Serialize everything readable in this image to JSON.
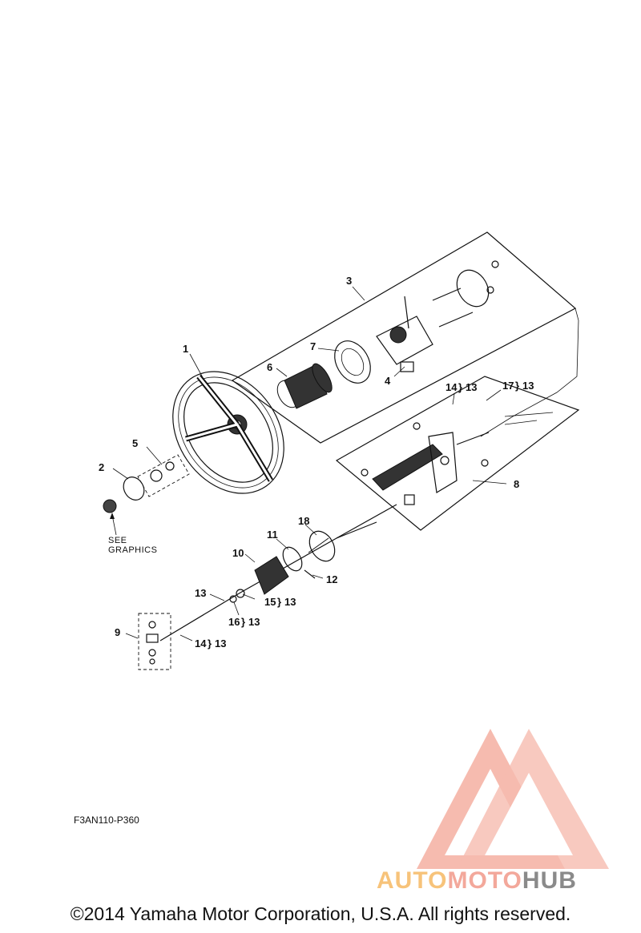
{
  "callouts": {
    "c1": "1",
    "c2": "2",
    "c3": "3",
    "c4": "4",
    "c5": "5",
    "c6": "6",
    "c7": "7",
    "c8": "8",
    "c9": "9",
    "c10": "10",
    "c11": "11",
    "c12": "12",
    "c13": "13",
    "c18": "18",
    "c14a": "14",
    "c14a_ref": "13",
    "c17": "17",
    "c17_ref": "13",
    "c15": "15",
    "c15_ref": "13",
    "c16": "16",
    "c16_ref": "13",
    "c14b": "14",
    "c14b_ref": "13"
  },
  "see_graphics": {
    "line1": "SEE",
    "line2": "GRAPHICS"
  },
  "diagram_code": "F3AN110-P360",
  "watermark": {
    "auto": "AUTO",
    "moto": "MOTO",
    "hub": "HUB",
    "accent_color": "#f08a7a"
  },
  "copyright": "©2014 Yamaha Motor Corporation, U.S.A. All rights reserved."
}
